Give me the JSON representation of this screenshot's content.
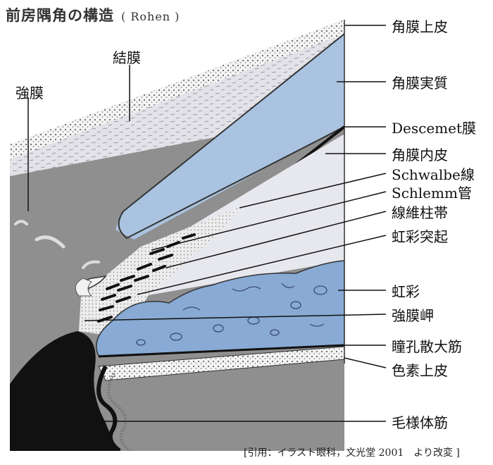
{
  "title": "前房隅角の構造",
  "title_sub": "( Rohen )",
  "labels": {
    "corneal_epithelium": "角膜上皮",
    "corneal_stroma": "角膜実質",
    "descemet": "Descemet膜",
    "corneal_endothelium": "角膜内皮",
    "schwalbe": "Schwalbe線",
    "schlemm": "Schlemm管",
    "trabecular": "線維柱帯",
    "iris_process": "虹彩突起",
    "iris": "虹彩",
    "scleral_spur": "強膜岬",
    "dilator": "瞳孔散大筋",
    "pigment_epithelium": "色素上皮",
    "ciliary_muscle": "毛様体筋",
    "conjunctiva": "結膜",
    "sclera": "強膜"
  },
  "citation": "[引用：イラスト眼科，文光堂 2001　より改変 ]",
  "colors": {
    "cornea_blue": "#a9c3e0",
    "iris_blue": "#88aad4",
    "sclera_gray": "#8f8f8f",
    "dark": "#111111",
    "light_tissue": "#e4e4ea"
  }
}
